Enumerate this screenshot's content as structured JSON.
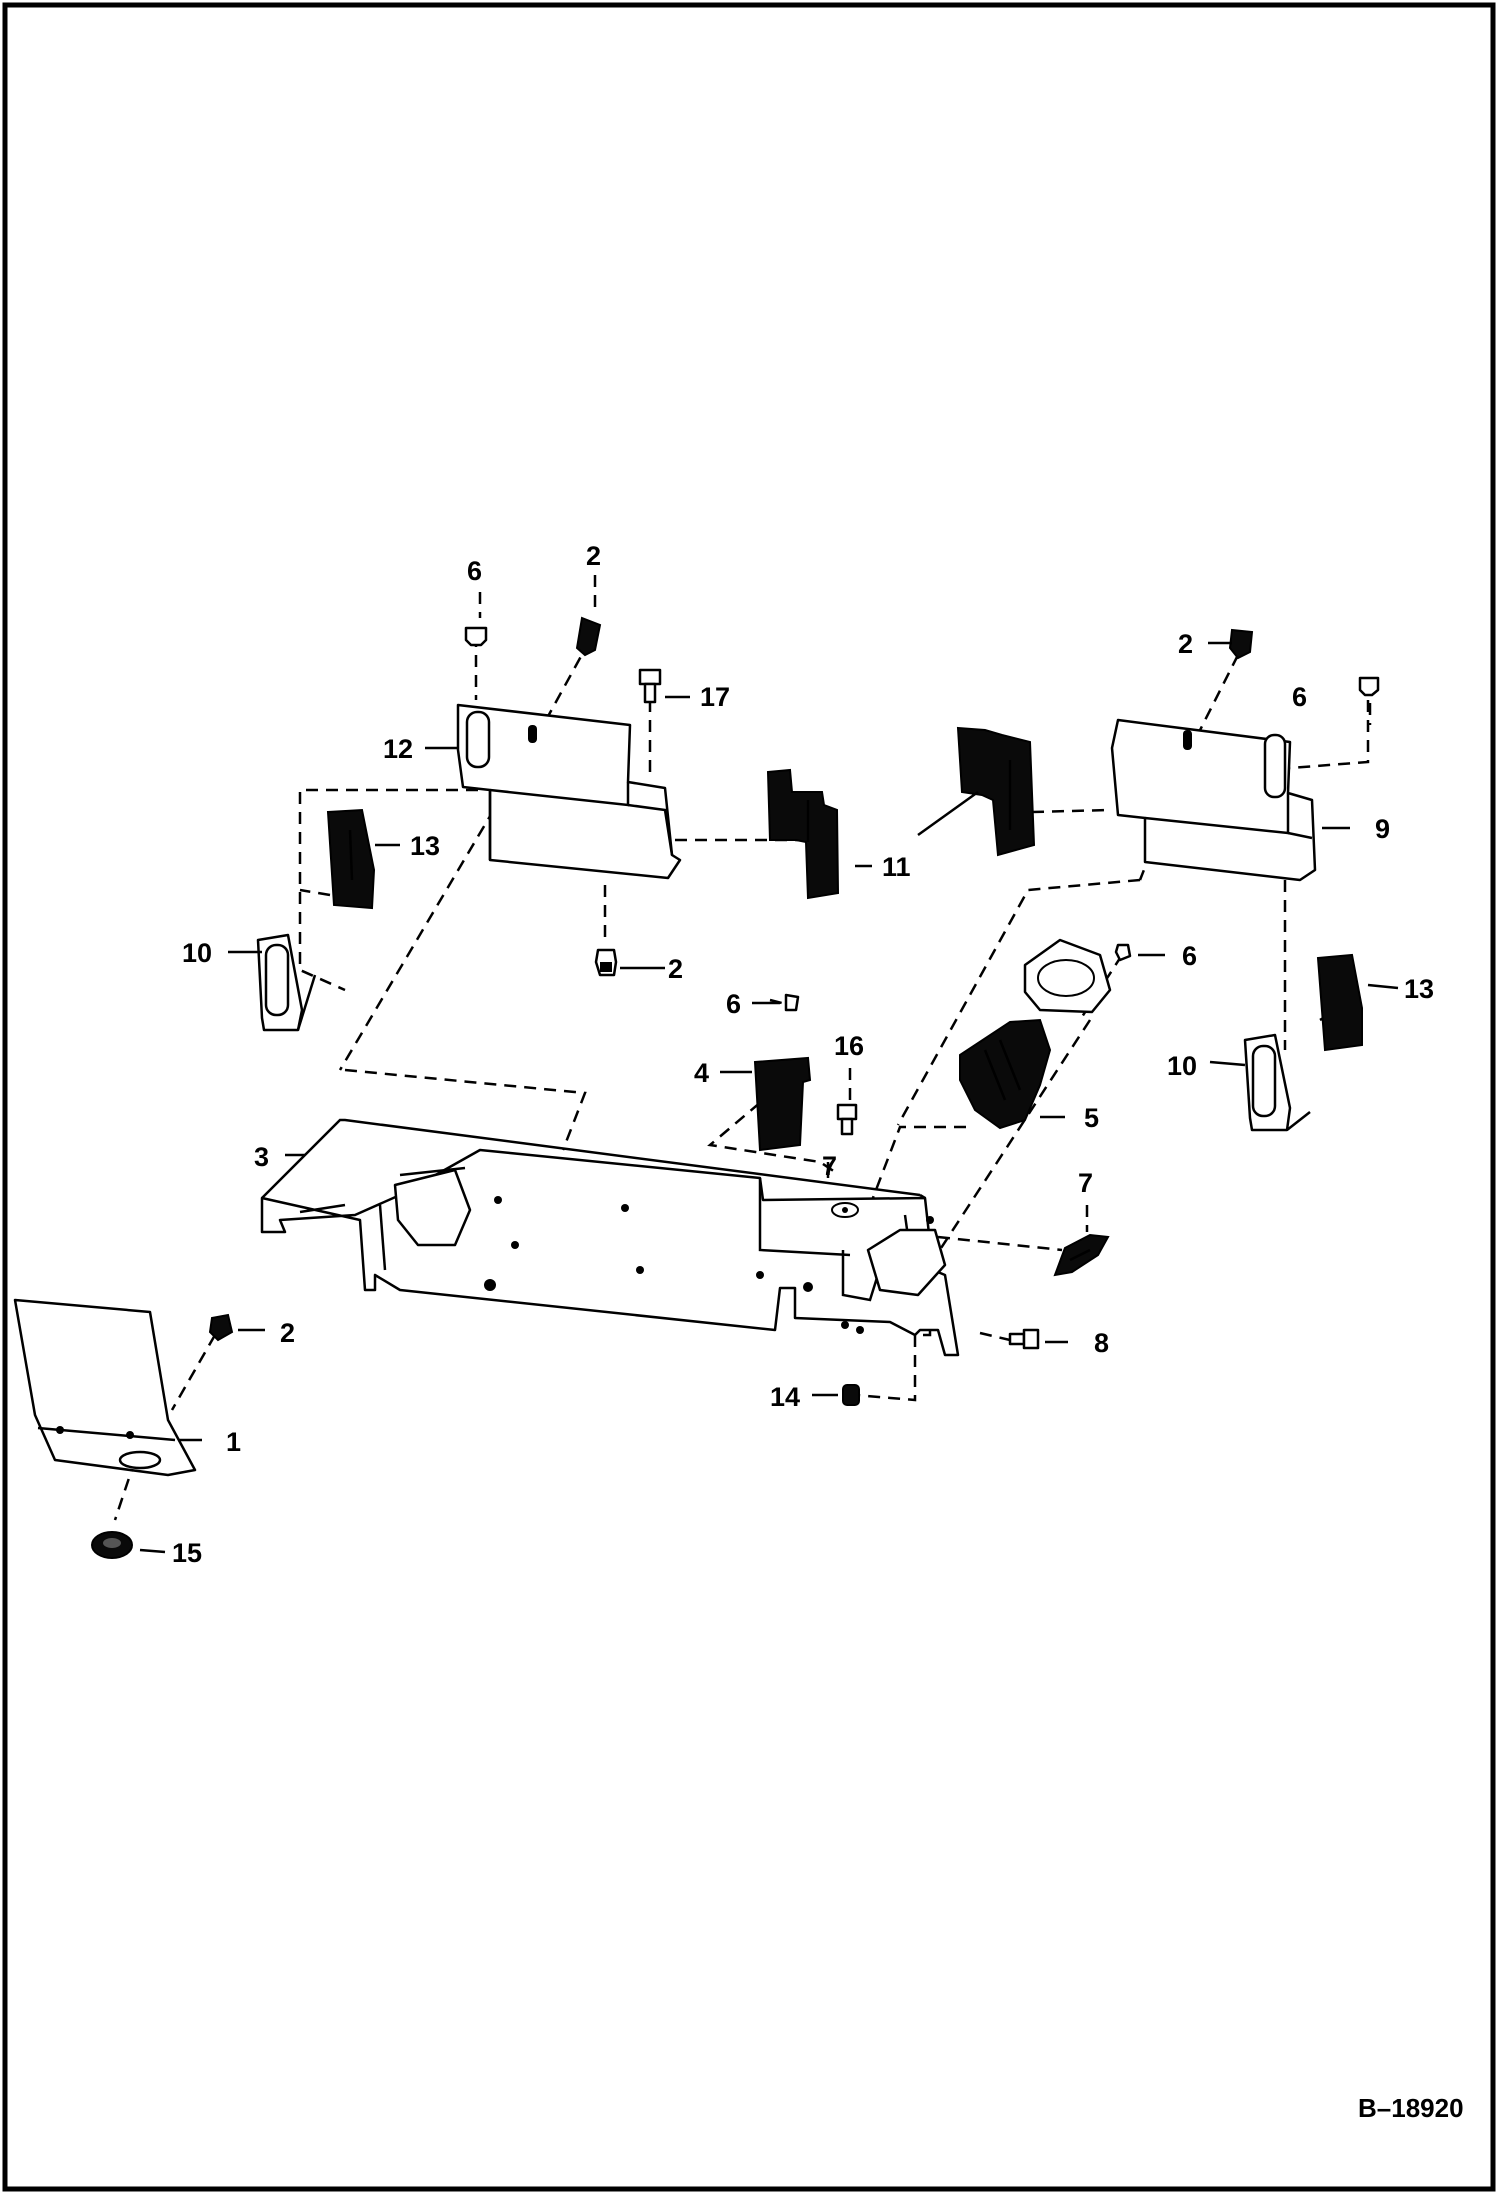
{
  "figure": {
    "id": "B–18920"
  },
  "callouts": {
    "c1": "1",
    "c2a": "2",
    "c2b": "2",
    "c2c": "2",
    "c2d": "2",
    "c3": "3",
    "c4": "4",
    "c5": "5",
    "c6a": "6",
    "c6b": "6",
    "c6c": "6",
    "c6d": "6",
    "c7a": "7",
    "c7b": "7",
    "c8": "8",
    "c9": "9",
    "c10a": "10",
    "c10b": "10",
    "c11": "11",
    "c12": "12",
    "c13a": "13",
    "c13b": "13",
    "c14": "14",
    "c15": "15",
    "c16": "16",
    "c17": "17"
  }
}
